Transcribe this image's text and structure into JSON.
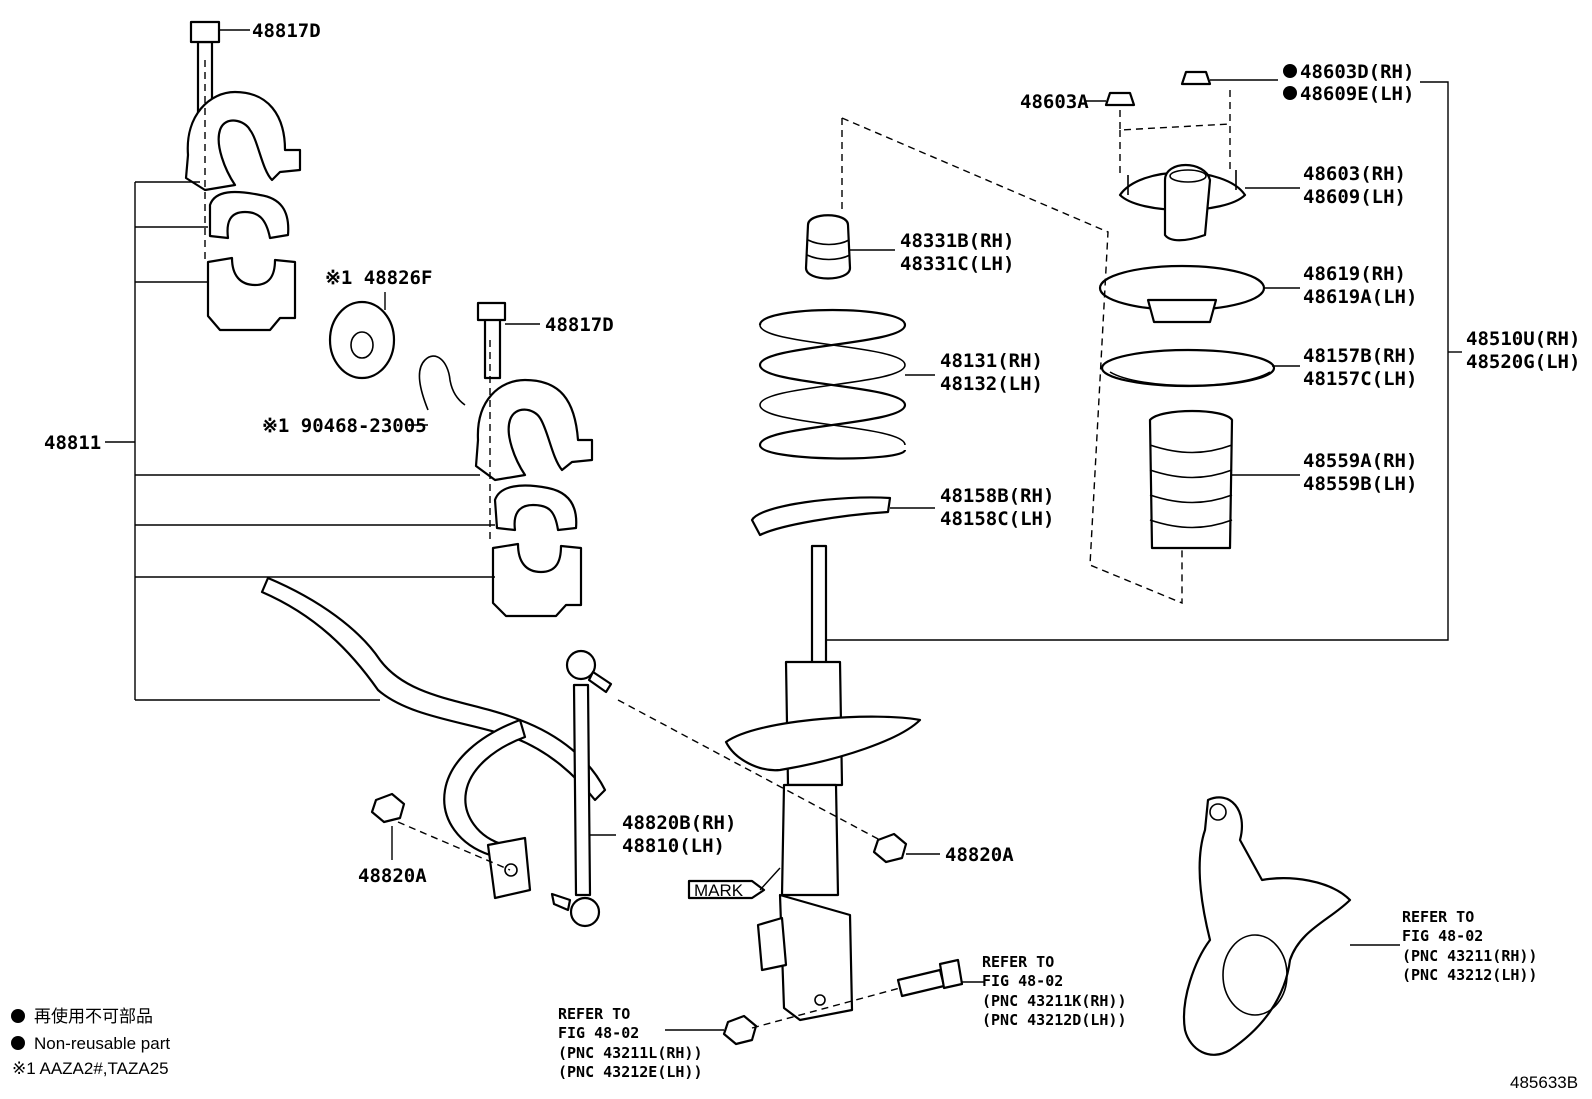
{
  "labels": {
    "p48817D_top": "48817D",
    "p48817D_mid": "48817D",
    "p48826F": "※1 48826F",
    "p90468": "※1 90468-23005",
    "p48811": "48811",
    "p48820A_left": "48820A",
    "p48820A_right": "48820A",
    "p48820B_rh": "48820B(RH)",
    "p48810_lh": "48810(LH)",
    "p48331B_rh": "48331B(RH)",
    "p48331C_lh": "48331C(LH)",
    "p48131_rh": "48131(RH)",
    "p48132_lh": "48132(LH)",
    "p48158B_rh": "48158B(RH)",
    "p48158C_lh": "48158C(LH)",
    "p48603A": "48603A",
    "p48603D_rh": "48603D(RH)",
    "p48609E_lh": "48609E(LH)",
    "p48603_rh": "48603(RH)",
    "p48609_lh": "48609(LH)",
    "p48619_rh": "48619(RH)",
    "p48619A_lh": "48619A(LH)",
    "p48157B_rh": "48157B(RH)",
    "p48157C_lh": "48157C(LH)",
    "p48559A_rh": "48559A(RH)",
    "p48559B_lh": "48559B(LH)",
    "p48510U_rh": "48510U(RH)",
    "p48520G_lh": "48520G(LH)",
    "mark": "MARK"
  },
  "references": {
    "knuckle": [
      "REFER TO",
      "FIG 48-02",
      "(PNC 43211(RH))",
      "(PNC 43212(LH))"
    ],
    "bolt": [
      "REFER TO",
      "FIG 48-02",
      "(PNC 43211K(RH))",
      "(PNC 43212D(LH))"
    ],
    "nut": [
      "REFER TO",
      "FIG 48-02",
      "(PNC 43211L(RH))",
      "(PNC 43212E(LH))"
    ]
  },
  "legend": {
    "japanese": "再使用不可部品",
    "english": "Non-reusable part",
    "note": "※1 AAZA2#,TAZA25"
  },
  "figure_id": "485633B"
}
